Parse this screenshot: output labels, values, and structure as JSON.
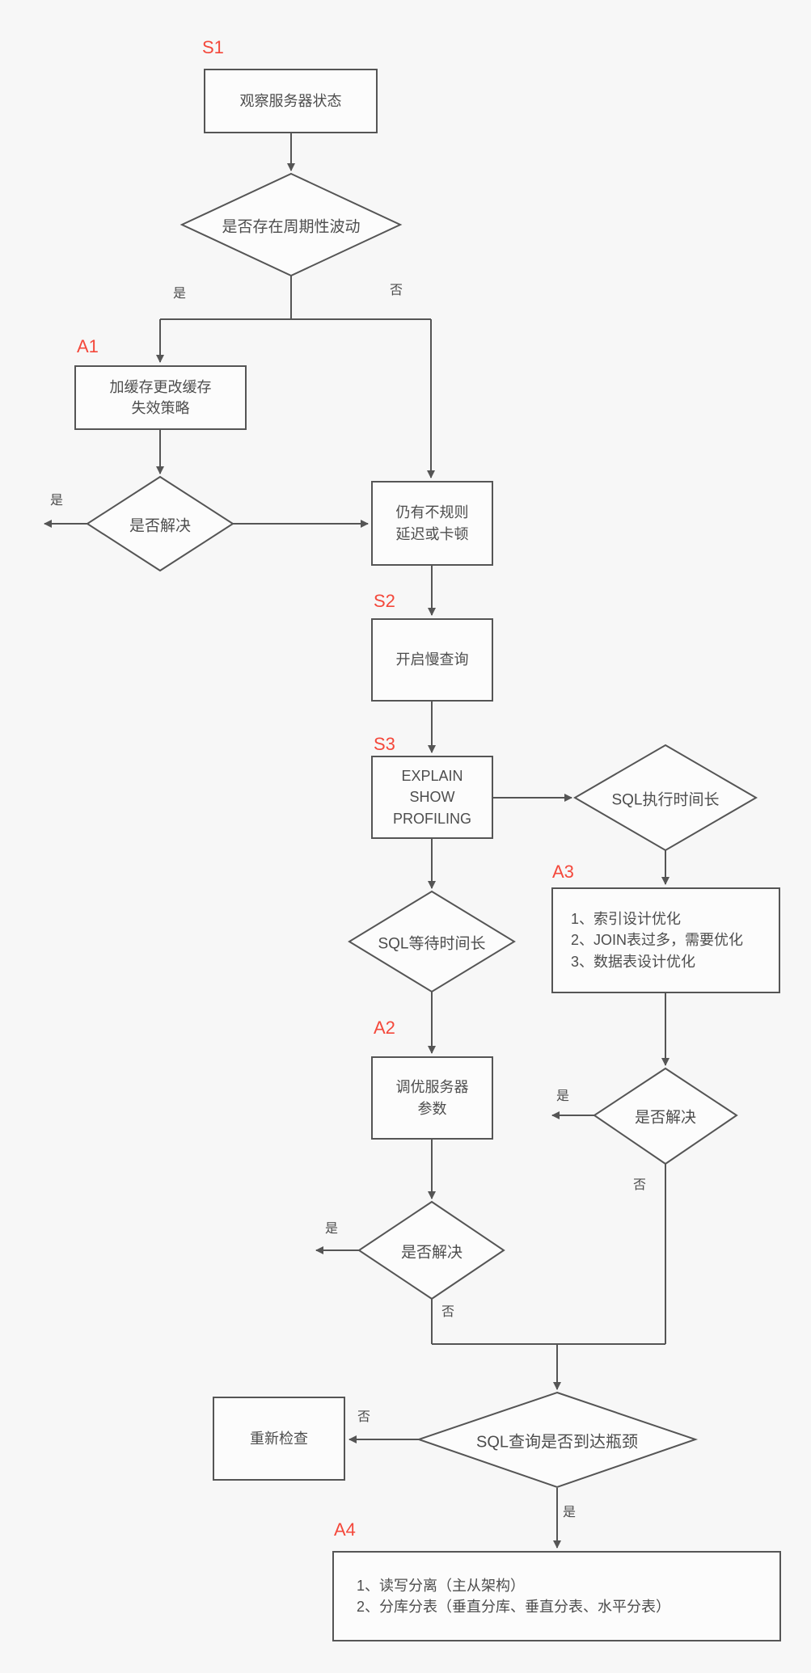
{
  "colors": {
    "background": "#f7f7f7",
    "node_fill": "#fcfcfc",
    "line": "#555555",
    "text": "#4d4d4d",
    "step_label": "#f4483b"
  },
  "branch_labels": {
    "yes": "是",
    "no": "否"
  },
  "steps": {
    "s1": {
      "label": "S1",
      "text": "观察服务器状态"
    },
    "d_periodic": {
      "text": "是否存在周期性波动"
    },
    "a1": {
      "label": "A1",
      "lines": [
        "加缓存更改缓存",
        "失效策略"
      ]
    },
    "d_solved1": {
      "text": "是否解决"
    },
    "irregular": {
      "lines": [
        "仍有不规则",
        "延迟或卡顿"
      ]
    },
    "s2": {
      "label": "S2",
      "text": "开启慢查询"
    },
    "s3": {
      "label": "S3",
      "lines": [
        "EXPLAIN",
        "SHOW",
        "PROFILING"
      ]
    },
    "d_exec_long": {
      "text": "SQL执行时间长"
    },
    "a3": {
      "label": "A3",
      "lines": [
        "1、索引设计优化",
        "2、JOIN表过多，需要优化",
        "3、数据表设计优化"
      ]
    },
    "d_wait_long": {
      "text": "SQL等待时间长"
    },
    "a2": {
      "label": "A2",
      "lines": [
        "调优服务器",
        "参数"
      ]
    },
    "d_solved2": {
      "text": "是否解决"
    },
    "d_solved3": {
      "text": "是否解决"
    },
    "d_bottleneck": {
      "text": "SQL查询是否到达瓶颈"
    },
    "recheck": {
      "text": "重新检查"
    },
    "a4": {
      "label": "A4",
      "lines": [
        "1、读写分离（主从架构）",
        "2、分库分表（垂直分库、垂直分表、水平分表）"
      ]
    }
  }
}
